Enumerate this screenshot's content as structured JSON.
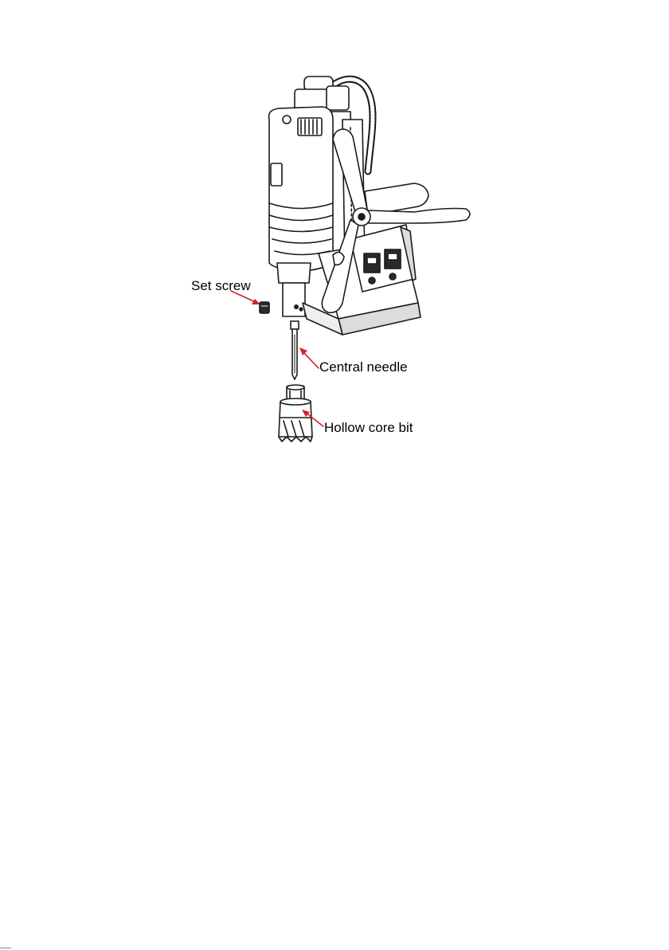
{
  "figure": {
    "subject": "magnetic-drill-press",
    "labels": {
      "set_screw": "Set screw",
      "central_needle": "Central needle",
      "hollow_core_bit": "Hollow core bit"
    },
    "colors": {
      "line": "#1a1a1a",
      "arrow": "#d62020",
      "fill": "#ffffff",
      "shade": "#dcdcdc",
      "dark": "#2a2a2a"
    }
  }
}
